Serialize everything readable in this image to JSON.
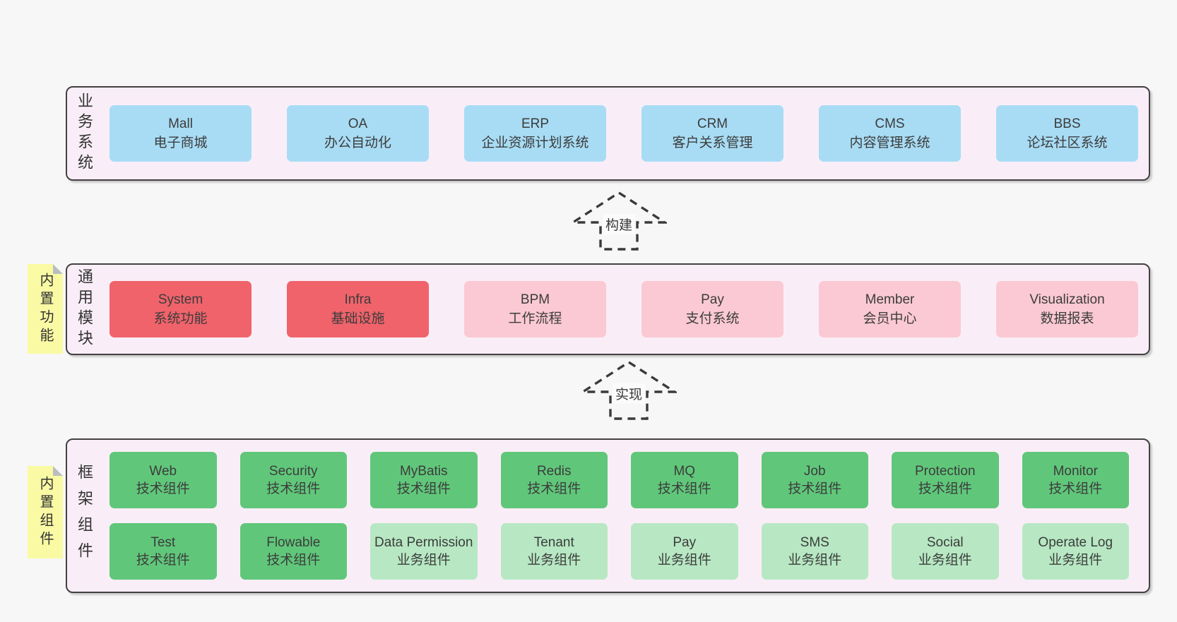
{
  "diagram": {
    "layers": [
      {
        "label": "业务系统",
        "boxes": [
          {
            "title": "Mall",
            "subtitle": "电子商城"
          },
          {
            "title": "OA",
            "subtitle": "办公自动化"
          },
          {
            "title": "ERP",
            "subtitle": "企业资源计划系统"
          },
          {
            "title": "CRM",
            "subtitle": "客户关系管理"
          },
          {
            "title": "CMS",
            "subtitle": "内容管理系统"
          },
          {
            "title": "BBS",
            "subtitle": "论坛社区系统"
          }
        ]
      },
      {
        "label": "通用模块",
        "note": "内置功能",
        "boxes": [
          {
            "title": "System",
            "subtitle": "系统功能"
          },
          {
            "title": "Infra",
            "subtitle": "基础设施"
          },
          {
            "title": "BPM",
            "subtitle": "工作流程"
          },
          {
            "title": "Pay",
            "subtitle": "支付系统"
          },
          {
            "title": "Member",
            "subtitle": "会员中心"
          },
          {
            "title": "Visualization",
            "subtitle": "数据报表"
          }
        ]
      },
      {
        "label": "框架组件",
        "note": "内置组件",
        "rows": [
          [
            {
              "title": "Web",
              "subtitle": "技术组件"
            },
            {
              "title": "Security",
              "subtitle": "技术组件"
            },
            {
              "title": "MyBatis",
              "subtitle": "技术组件"
            },
            {
              "title": "Redis",
              "subtitle": "技术组件"
            },
            {
              "title": "MQ",
              "subtitle": "技术组件"
            },
            {
              "title": "Job",
              "subtitle": "技术组件"
            },
            {
              "title": "Protection",
              "subtitle": "技术组件"
            },
            {
              "title": "Monitor",
              "subtitle": "技术组件"
            }
          ],
          [
            {
              "title": "Test",
              "subtitle": "技术组件"
            },
            {
              "title": "Flowable",
              "subtitle": "技术组件"
            },
            {
              "title": "Data Permission",
              "subtitle": "业务组件"
            },
            {
              "title": "Tenant",
              "subtitle": "业务组件"
            },
            {
              "title": "Pay",
              "subtitle": "业务组件"
            },
            {
              "title": "SMS",
              "subtitle": "业务组件"
            },
            {
              "title": "Social",
              "subtitle": "业务组件"
            },
            {
              "title": "Operate Log",
              "subtitle": "业务组件"
            }
          ]
        ]
      }
    ],
    "arrows": [
      {
        "label": "构建"
      },
      {
        "label": "实现"
      }
    ],
    "colors": {
      "page_bg": "#f7f7f7",
      "panel_bg": "#f9eef7",
      "panel_border": "#444041",
      "node_blue": "#a8dcf4",
      "node_red": "#f0636b",
      "node_pink": "#fbc9d3",
      "node_green": "#60c77a",
      "node_light_green": "#b7e8c3",
      "note_yellow": "#fafaa4",
      "note_fold_gray": "#b9bdc2",
      "text": "#3c3c3c"
    }
  }
}
